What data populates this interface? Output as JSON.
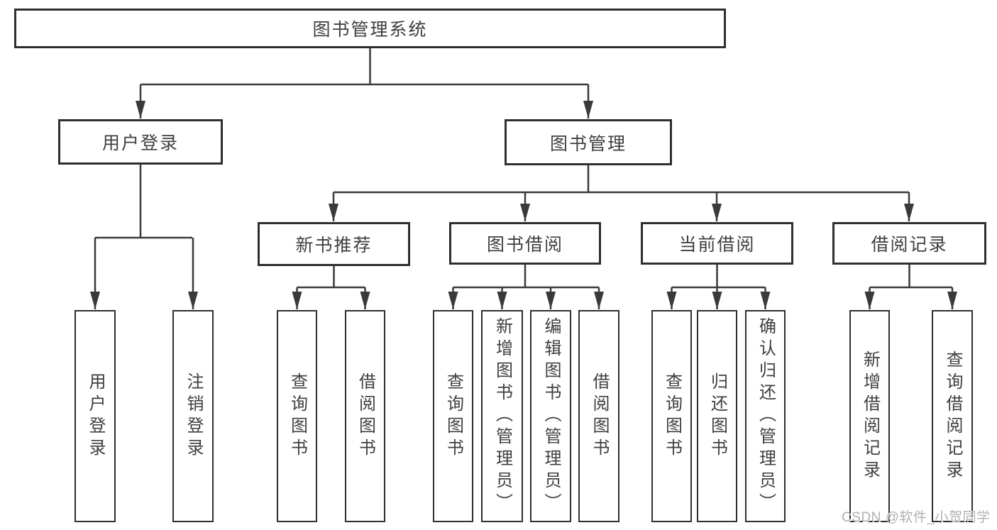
{
  "diagram": {
    "title_node": "图书管理系统",
    "level2": {
      "user_login": "用户登录",
      "book_management": "图书管理"
    },
    "level3": {
      "new_book_recommend": "新书推荐",
      "book_borrow": "图书借阅",
      "current_borrow": "当前借阅",
      "borrow_records": "借阅记录"
    },
    "leaves": {
      "user_login": [
        "用户登录",
        "注销登录"
      ],
      "new_book_recommend": [
        "查询图书",
        "借阅图书"
      ],
      "book_borrow": [
        "查询图书",
        "新增图书（管理员）",
        "编辑图书（管理员）",
        "借阅图书"
      ],
      "current_borrow": [
        "查询图书",
        "归还图书",
        "确认归还（管理员）"
      ],
      "borrow_records": [
        "新增借阅记录",
        "查询借阅记录"
      ]
    }
  },
  "watermark": "CSDN @软件_小贺同学",
  "colors": {
    "line": "#3a3a3a",
    "border": "#2f2f2f",
    "text": "#3f3f3f",
    "watermark": "#b0b0b0",
    "background": "#ffffff"
  }
}
